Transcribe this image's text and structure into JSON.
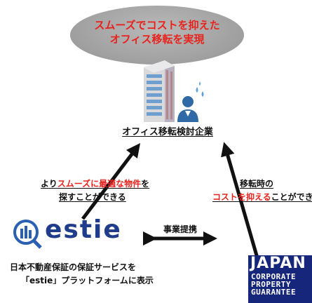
{
  "goal": {
    "line1": "スムーズでコストを抑えた",
    "line2": "オフィス移転を実現"
  },
  "company": {
    "label": "オフィス移転検討企業"
  },
  "left_benefit": {
    "l1_prefix": "より",
    "l1_highlight": "スムーズに最適な物件",
    "l1_suffix": "を",
    "l2": "探すことができる"
  },
  "right_benefit": {
    "l1": "移転時の",
    "l2_highlight": "コストを抑える",
    "l2_suffix": "ことができる"
  },
  "partnership": {
    "label": "事業提携"
  },
  "estie": {
    "logo_text": "estie",
    "caption1": "日本不動産保証の保証サービスを",
    "caption2": "「estie」プラットフォームに表示"
  },
  "jpg_logo": {
    "main": "JAPAN",
    "line1": "CORPORATE",
    "line2": "PROPERTY",
    "line3": "GUARANTEE"
  },
  "colors": {
    "accent_red": "#e8231d",
    "estie_blue": "#1f3d8a",
    "jpg_navy": "#16267a"
  }
}
